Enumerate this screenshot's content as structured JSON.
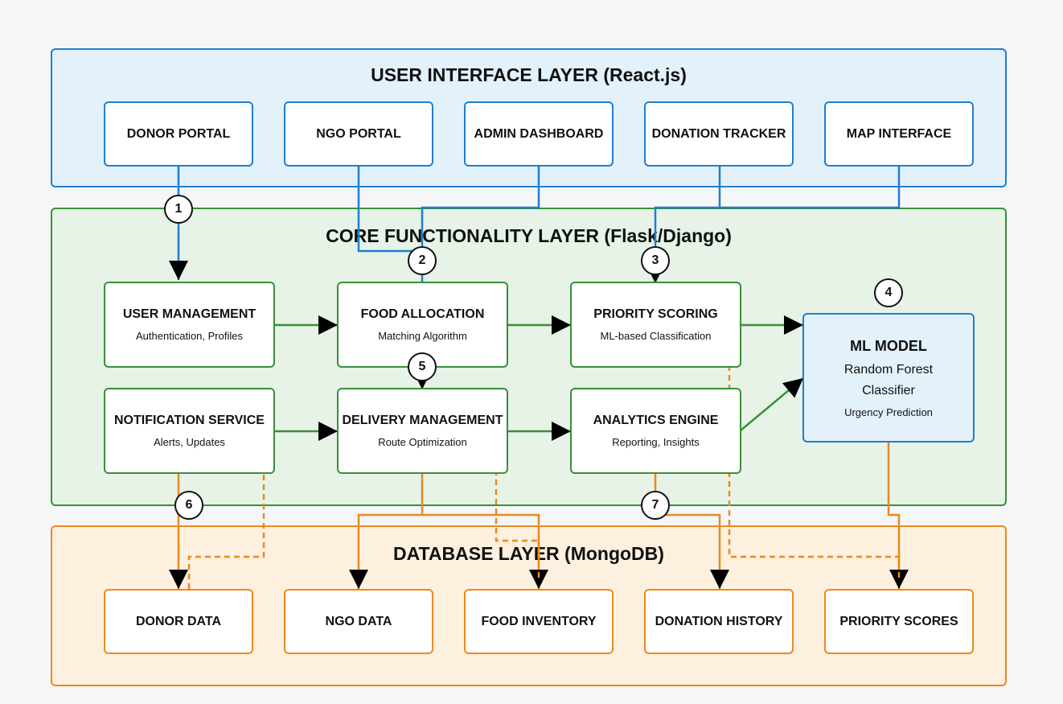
{
  "layers": {
    "ui": {
      "title": "USER INTERFACE LAYER (React.js)"
    },
    "core": {
      "title": "CORE FUNCTIONALITY LAYER (Flask/Django)"
    },
    "db": {
      "title": "DATABASE LAYER (MongoDB)"
    }
  },
  "ui_boxes": [
    "DONOR PORTAL",
    "NGO PORTAL",
    "ADMIN DASHBOARD",
    "DONATION TRACKER",
    "MAP INTERFACE"
  ],
  "core_boxes": [
    {
      "title": "USER MANAGEMENT",
      "sub": "Authentication, Profiles"
    },
    {
      "title": "FOOD ALLOCATION",
      "sub": "Matching Algorithm"
    },
    {
      "title": "PRIORITY SCORING",
      "sub": "ML-based Classification"
    },
    {
      "title": "NOTIFICATION SERVICE",
      "sub": "Alerts, Updates"
    },
    {
      "title": "DELIVERY MANAGEMENT",
      "sub": "Route Optimization"
    },
    {
      "title": "ANALYTICS ENGINE",
      "sub": "Reporting, Insights"
    }
  ],
  "ml_model": {
    "title": "ML MODEL",
    "line1": "Random Forest",
    "line2": "Classifier",
    "sub": "Urgency Prediction"
  },
  "db_boxes": [
    "DONOR DATA",
    "NGO DATA",
    "FOOD INVENTORY",
    "DONATION HISTORY",
    "PRIORITY SCORES"
  ],
  "badges": [
    "1",
    "2",
    "3",
    "4",
    "5",
    "6",
    "7"
  ],
  "colors": {
    "ui": "#1e7fd0",
    "core": "#3a8f3a",
    "db": "#ea8a1e",
    "ui_fill": "#e3f1fb",
    "core_fill": "#e6f3e6",
    "db_fill": "#fdf0df"
  }
}
